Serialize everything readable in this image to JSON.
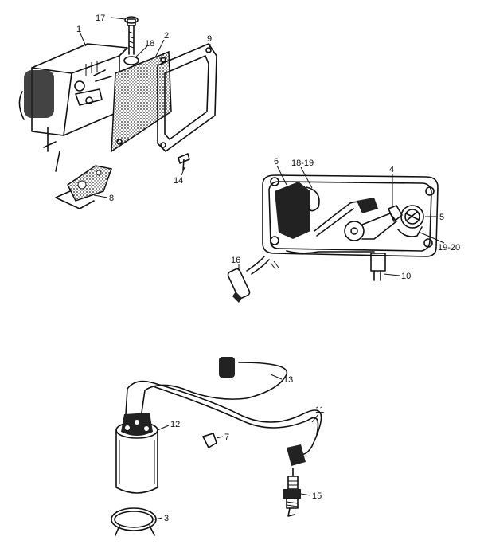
{
  "diagram": {
    "labels": {
      "p1": "1",
      "p2": "2",
      "p3": "3",
      "p4": "4",
      "p5": "5",
      "p6": "6",
      "p7": "7",
      "p8": "8",
      "p9": "9",
      "p10": "10",
      "p11": "11",
      "p12": "12",
      "p13": "13",
      "p14": "14",
      "p15": "15",
      "p16": "16",
      "p17": "17",
      "p18": "18",
      "p18_19": "18-19",
      "p19_20": "19-20"
    }
  }
}
